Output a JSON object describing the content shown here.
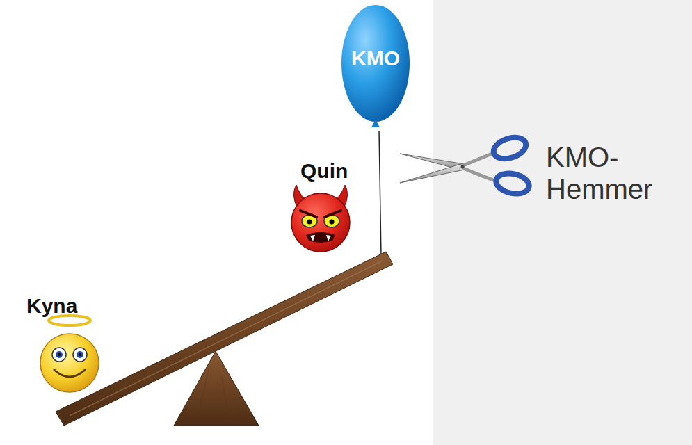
{
  "diagram": {
    "nodes": [
      {
        "text": [
          "KMO"
        ]
      }
    ],
    "labels": [
      "Quin",
      "Kyna",
      "KMO-Hemmer"
    ]
  }
}
